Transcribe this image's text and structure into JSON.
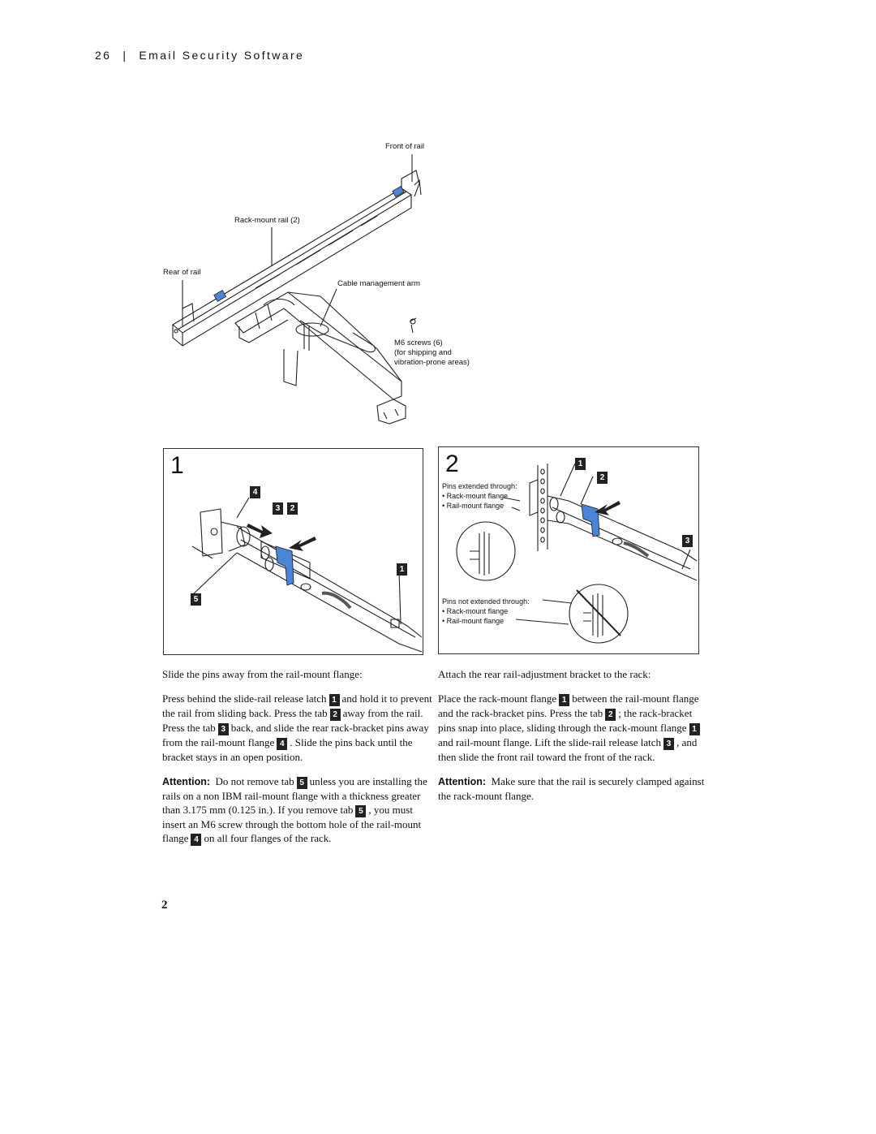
{
  "header": {
    "page_number": "26",
    "separator": "|",
    "title": "Email Security Software"
  },
  "overview_figure": {
    "labels": {
      "front_of_rail": "Front of rail",
      "rack_mount_rail": "Rack-mount rail (2)",
      "rear_of_rail": "Rear of rail",
      "cable_management_arm": "Cable management arm",
      "m6_screws": "M6 screws (6)",
      "m6_note_1": "(for shipping and",
      "m6_note_2": "vibration-prone areas)"
    }
  },
  "panel1": {
    "step": "1",
    "callouts": {
      "c4": "4",
      "c3": "3",
      "c2": "2",
      "c1": "1",
      "c5": "5"
    },
    "caption": "Slide the pins away from the rail-mount flange:",
    "para1": {
      "t1": "Press behind the slide-rail release latch",
      "n1": "1",
      "t2": "and hold it to prevent the rail from sliding back. Press the tab",
      "n2": "2",
      "t3": "away from the rail. Press the tab",
      "n3": "3",
      "t4": "back, and slide the rear rack-bracket pins away from the rail-mount flange",
      "n4": "4",
      "t5": ". Slide the pins back until the bracket stays in an open position."
    },
    "para2": {
      "label": "Attention:",
      "t1": "Do not remove tab",
      "n1": "5",
      "t2": "unless you are installing the rails on a non IBM rail-mount flange with a thickness greater than 3.175 mm (0.125 in.). If you remove tab",
      "n2": "5",
      "t3": ", you must insert an M6 screw through the bottom hole of the rail-mount flange",
      "n3": "4",
      "t4": "on all four flanges of the rack."
    }
  },
  "panel2": {
    "step": "2",
    "callouts": {
      "c1": "1",
      "c2": "2",
      "c3": "3"
    },
    "pins_extended": {
      "title": "Pins extended through:",
      "item1": "• Rack-mount flange",
      "item2": "• Rail-mount flange"
    },
    "pins_not_extended": {
      "title": "Pins not extended through:",
      "item1": "• Rack-mount flange",
      "item2": "• Rail-mount flange"
    },
    "caption": "Attach the rear rail-adjustment bracket to the rack:",
    "para1": {
      "t1": "Place the rack-mount flange",
      "n1": "1",
      "t2": "between the rail-mount flange and the rack-bracket pins. Press the tab",
      "n2": "2",
      "t3": "; the rack-bracket pins snap into place, sliding through the rack-mount flange",
      "n3": "1",
      "t4": "and rail-mount flange. Lift the slide-rail release latch",
      "n4": "3",
      "t5": ", and then slide the front rail toward the front of the rack."
    },
    "para2": {
      "label": "Attention:",
      "text": "Make sure that the rail is securely clamped against the rack-mount flange."
    }
  },
  "footer": {
    "step_number": "2"
  },
  "colors": {
    "accent_blue": "#4a86d8",
    "line": "#222222"
  }
}
